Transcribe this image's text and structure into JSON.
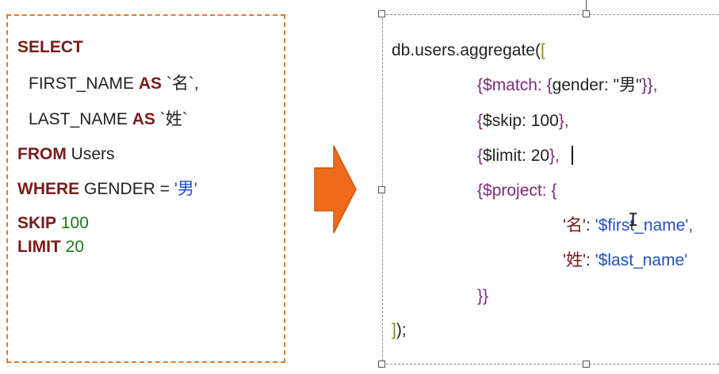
{
  "sql": {
    "select": "SELECT",
    "first_name": "FIRST_NAME",
    "as1": "AS",
    "alias1": "`名`,",
    "last_name": "LAST_NAME",
    "as2": "AS",
    "alias2": "`姓`",
    "from": "FROM",
    "table": "Users",
    "where": "WHERE",
    "gender": "GENDER",
    "eq": "=",
    "gender_val": "'男'",
    "skip": "SKIP",
    "skip_val": "100",
    "limit": "LIMIT",
    "limit_val": "20"
  },
  "mongo": {
    "prefix": "db.users.aggregate(",
    "open_bracket": "[",
    "match_open": "{$match: ",
    "match_inner_open": "{",
    "match_body": "gender: \"男\"",
    "match_close": "}},",
    "skip_open": "{",
    "skip_body": "$skip: 100",
    "skip_close": "},",
    "limit_open": "{",
    "limit_body": "$limit: 20",
    "limit_close": "},",
    "project_open": "{$project: {",
    "key1": "'名'",
    "colon1": ": ",
    "val1": "'$first_name',",
    "key2": "'姓'",
    "colon2": ": ",
    "val2": "'$last_name'",
    "project_close": "}}",
    "close_bracket": "]",
    "tail": ");"
  },
  "colors": {
    "sql_border": "#e07a2e",
    "arrow_fill": "#ee6a1a",
    "keyword": "#7b1a1a",
    "number": "#1a7a1a",
    "string": "#1f4fc4",
    "brace": "#7a2a7a"
  },
  "icons": {
    "arrow": "right-arrow-icon",
    "text_cursor": "i-beam-cursor-icon"
  }
}
